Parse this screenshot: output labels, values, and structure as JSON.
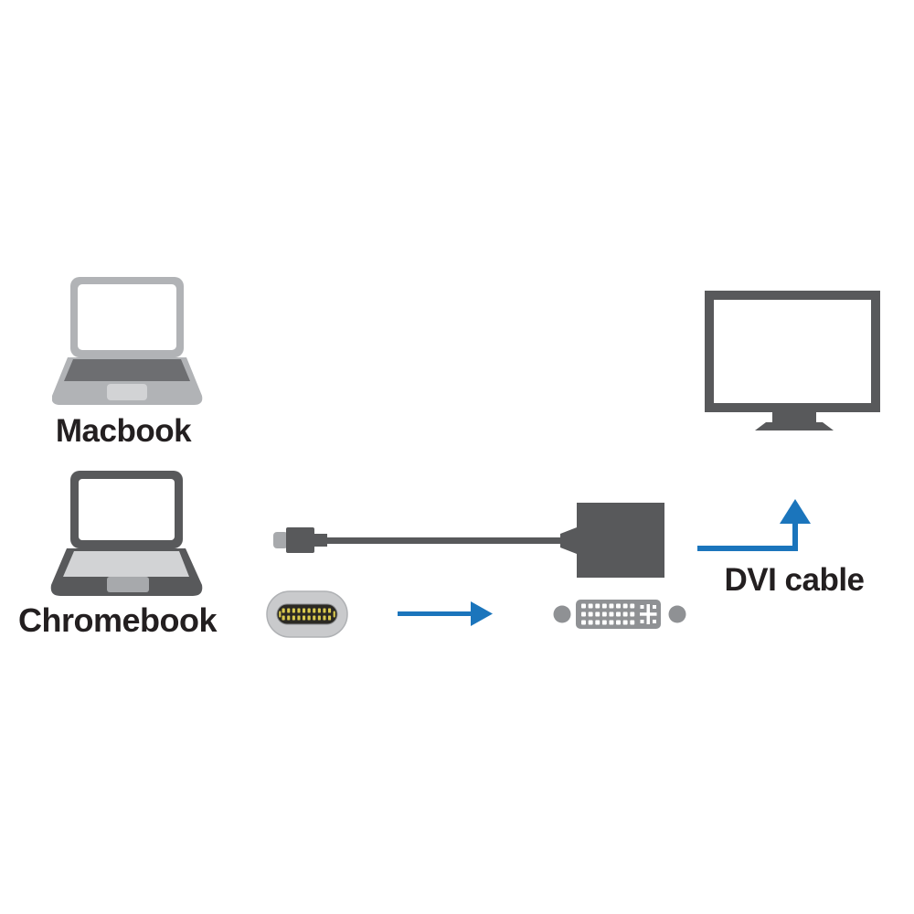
{
  "labels": {
    "macbook": "Macbook",
    "chromebook": "Chromebook",
    "dvi_cable": "DVI cable"
  },
  "icons": [
    {
      "name": "macbook-laptop-icon"
    },
    {
      "name": "chromebook-laptop-icon"
    },
    {
      "name": "usb-c-to-dvi-adapter-icon"
    },
    {
      "name": "usb-c-connector-icon"
    },
    {
      "name": "arrow-right-icon"
    },
    {
      "name": "dvi-connector-icon"
    },
    {
      "name": "arrow-up-icon"
    },
    {
      "name": "monitor-icon"
    }
  ],
  "colors": {
    "background": "#ffffff",
    "accent_blue": "#1b75bc",
    "dark_gray": "#58595b",
    "mid_gray": "#8f9194",
    "light_gray": "#b1b3b6",
    "lighter_gray": "#d2d3d5",
    "keyboard_gray": "#6d6e71",
    "pin_gold": "#d9c94e",
    "text": "#231f20"
  }
}
